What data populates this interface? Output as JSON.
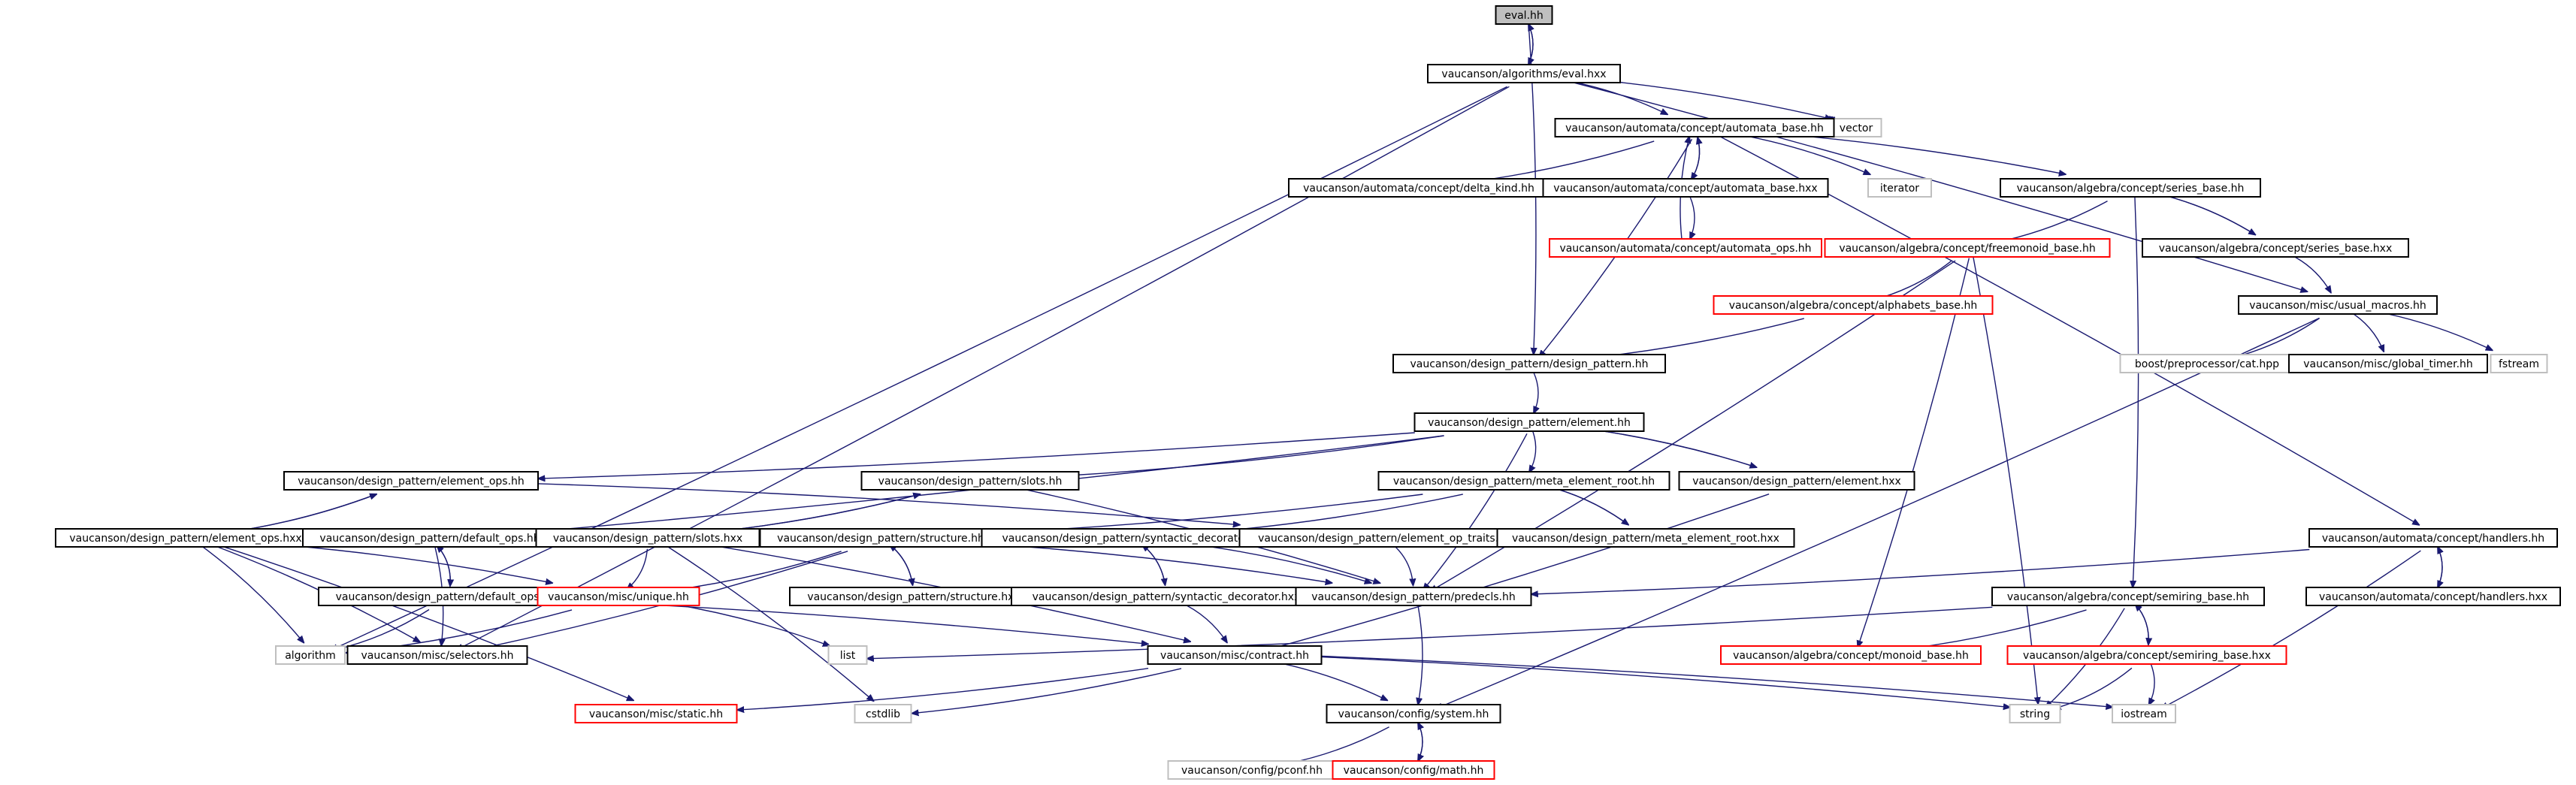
{
  "colors": {
    "edge": "#191970",
    "border_normal": "#000000",
    "border_missing": "#ff0000",
    "border_external": "#bfbfbf",
    "fill_root": "#bfbfbf",
    "fill_default": "#ffffff"
  },
  "graph": {
    "nodes": [
      {
        "id": "eval_hh",
        "label": "eval.hh",
        "kind": "root"
      },
      {
        "id": "eval_hxx",
        "label": "vaucanson/algorithms/eval.hxx",
        "kind": "normal"
      },
      {
        "id": "vector",
        "label": "vector",
        "kind": "external"
      },
      {
        "id": "automata_base_hh",
        "label": "vaucanson/automata/concept/automata_base.hh",
        "kind": "normal"
      },
      {
        "id": "delta_kind",
        "label": "vaucanson/automata/concept/delta_kind.hh",
        "kind": "normal"
      },
      {
        "id": "automata_base_hxx",
        "label": "vaucanson/automata/concept/automata_base.hxx",
        "kind": "normal"
      },
      {
        "id": "iterator",
        "label": "iterator",
        "kind": "external"
      },
      {
        "id": "series_base_hh",
        "label": "vaucanson/algebra/concept/series_base.hh",
        "kind": "normal"
      },
      {
        "id": "automata_ops",
        "label": "vaucanson/automata/concept/automata_ops.hh",
        "kind": "missing"
      },
      {
        "id": "freemonoid_base",
        "label": "vaucanson/algebra/concept/freemonoid_base.hh",
        "kind": "missing"
      },
      {
        "id": "series_base_hxx",
        "label": "vaucanson/algebra/concept/series_base.hxx",
        "kind": "normal"
      },
      {
        "id": "alphabets_base",
        "label": "vaucanson/algebra/concept/alphabets_base.hh",
        "kind": "missing"
      },
      {
        "id": "usual_macros",
        "label": "vaucanson/misc/usual_macros.hh",
        "kind": "normal"
      },
      {
        "id": "design_pattern_hh",
        "label": "vaucanson/design_pattern/design_pattern.hh",
        "kind": "normal"
      },
      {
        "id": "boost_cat",
        "label": "boost/preprocessor/cat.hpp",
        "kind": "external"
      },
      {
        "id": "global_timer",
        "label": "vaucanson/misc/global_timer.hh",
        "kind": "normal"
      },
      {
        "id": "fstream",
        "label": "fstream",
        "kind": "external"
      },
      {
        "id": "element_hh",
        "label": "vaucanson/design_pattern/element.hh",
        "kind": "normal"
      },
      {
        "id": "element_ops_hh",
        "label": "vaucanson/design_pattern/element_ops.hh",
        "kind": "normal"
      },
      {
        "id": "slots_hh",
        "label": "vaucanson/design_pattern/slots.hh",
        "kind": "normal"
      },
      {
        "id": "meta_element_root_hh",
        "label": "vaucanson/design_pattern/meta_element_root.hh",
        "kind": "normal"
      },
      {
        "id": "element_hxx",
        "label": "vaucanson/design_pattern/element.hxx",
        "kind": "normal"
      },
      {
        "id": "element_ops_hxx",
        "label": "vaucanson/design_pattern/element_ops.hxx",
        "kind": "normal"
      },
      {
        "id": "default_ops_hh",
        "label": "vaucanson/design_pattern/default_ops.hh",
        "kind": "normal"
      },
      {
        "id": "slots_hxx",
        "label": "vaucanson/design_pattern/slots.hxx",
        "kind": "normal"
      },
      {
        "id": "structure_hh",
        "label": "vaucanson/design_pattern/structure.hh",
        "kind": "normal"
      },
      {
        "id": "syntactic_decorator_hh",
        "label": "vaucanson/design_pattern/syntactic_decorator.hh",
        "kind": "normal"
      },
      {
        "id": "element_op_traits",
        "label": "vaucanson/design_pattern/element_op_traits.hh",
        "kind": "normal"
      },
      {
        "id": "meta_element_root_hxx",
        "label": "vaucanson/design_pattern/meta_element_root.hxx",
        "kind": "normal"
      },
      {
        "id": "handlers_hh",
        "label": "vaucanson/automata/concept/handlers.hh",
        "kind": "normal"
      },
      {
        "id": "default_ops_hxx",
        "label": "vaucanson/design_pattern/default_ops.hxx",
        "kind": "normal"
      },
      {
        "id": "unique_hh",
        "label": "vaucanson/misc/unique.hh",
        "kind": "missing"
      },
      {
        "id": "structure_hxx",
        "label": "vaucanson/design_pattern/structure.hxx",
        "kind": "normal"
      },
      {
        "id": "syntactic_decorator_hxx",
        "label": "vaucanson/design_pattern/syntactic_decorator.hxx",
        "kind": "normal"
      },
      {
        "id": "predecls",
        "label": "vaucanson/design_pattern/predecls.hh",
        "kind": "normal"
      },
      {
        "id": "semiring_base_hh",
        "label": "vaucanson/algebra/concept/semiring_base.hh",
        "kind": "normal"
      },
      {
        "id": "handlers_hxx",
        "label": "vaucanson/automata/concept/handlers.hxx",
        "kind": "normal"
      },
      {
        "id": "algorithm",
        "label": "algorithm",
        "kind": "external"
      },
      {
        "id": "selectors",
        "label": "vaucanson/misc/selectors.hh",
        "kind": "normal"
      },
      {
        "id": "list",
        "label": "list",
        "kind": "external"
      },
      {
        "id": "contract",
        "label": "vaucanson/misc/contract.hh",
        "kind": "normal"
      },
      {
        "id": "monoid_base",
        "label": "vaucanson/algebra/concept/monoid_base.hh",
        "kind": "missing"
      },
      {
        "id": "semiring_base_hxx",
        "label": "vaucanson/algebra/concept/semiring_base.hxx",
        "kind": "missing"
      },
      {
        "id": "static_hh",
        "label": "vaucanson/misc/static.hh",
        "kind": "missing"
      },
      {
        "id": "cstdlib",
        "label": "cstdlib",
        "kind": "external"
      },
      {
        "id": "system_hh",
        "label": "vaucanson/config/system.hh",
        "kind": "normal"
      },
      {
        "id": "string",
        "label": "string",
        "kind": "external"
      },
      {
        "id": "iostream",
        "label": "iostream",
        "kind": "external"
      },
      {
        "id": "pconf",
        "label": "vaucanson/config/pconf.hh",
        "kind": "external"
      },
      {
        "id": "math_hh",
        "label": "vaucanson/config/math.hh",
        "kind": "missing"
      }
    ],
    "edges": [
      [
        "eval_hh",
        "eval_hxx"
      ],
      [
        "eval_hxx",
        "eval_hh"
      ],
      [
        "eval_hh",
        "design_pattern_hh"
      ],
      [
        "eval_hxx",
        "automata_base_hh"
      ],
      [
        "eval_hxx",
        "vector"
      ],
      [
        "eval_hxx",
        "usual_macros"
      ],
      [
        "eval_hxx",
        "algorithm"
      ],
      [
        "eval_hxx",
        "selectors"
      ],
      [
        "automata_base_hh",
        "delta_kind"
      ],
      [
        "automata_base_hh",
        "automata_base_hxx"
      ],
      [
        "automata_base_hxx",
        "automata_base_hh"
      ],
      [
        "automata_base_hxx",
        "automata_ops"
      ],
      [
        "automata_ops",
        "automata_base_hh"
      ],
      [
        "automata_base_hh",
        "iterator"
      ],
      [
        "automata_base_hh",
        "series_base_hh"
      ],
      [
        "automata_base_hh",
        "design_pattern_hh"
      ],
      [
        "automata_base_hh",
        "handlers_hh"
      ],
      [
        "automata_base_hh",
        "vector"
      ],
      [
        "series_base_hh",
        "series_base_hxx"
      ],
      [
        "series_base_hxx",
        "series_base_hh"
      ],
      [
        "series_base_hh",
        "freemonoid_base"
      ],
      [
        "series_base_hh",
        "semiring_base_hh"
      ],
      [
        "series_base_hxx",
        "usual_macros"
      ],
      [
        "freemonoid_base",
        "alphabets_base"
      ],
      [
        "freemonoid_base",
        "predecls"
      ],
      [
        "freemonoid_base",
        "monoid_base"
      ],
      [
        "freemonoid_base",
        "string"
      ],
      [
        "alphabets_base",
        "design_pattern_hh"
      ],
      [
        "usual_macros",
        "boost_cat"
      ],
      [
        "usual_macros",
        "global_timer"
      ],
      [
        "usual_macros",
        "fstream"
      ],
      [
        "usual_macros",
        "system_hh"
      ],
      [
        "design_pattern_hh",
        "element_hh"
      ],
      [
        "element_hh",
        "element_ops_hh"
      ],
      [
        "element_hh",
        "slots_hh"
      ],
      [
        "element_hh",
        "meta_element_root_hh"
      ],
      [
        "element_hh",
        "element_hxx"
      ],
      [
        "element_hxx",
        "element_hh"
      ],
      [
        "element_hh",
        "default_ops_hh"
      ],
      [
        "element_hh",
        "predecls"
      ],
      [
        "element_ops_hh",
        "element_ops_hxx"
      ],
      [
        "element_ops_hxx",
        "element_ops_hh"
      ],
      [
        "element_ops_hh",
        "element_op_traits"
      ],
      [
        "element_ops_hxx",
        "unique_hh"
      ],
      [
        "element_ops_hxx",
        "selectors"
      ],
      [
        "element_ops_hxx",
        "static_hh"
      ],
      [
        "element_ops_hxx",
        "algorithm"
      ],
      [
        "slots_hh",
        "slots_hxx"
      ],
      [
        "slots_hxx",
        "slots_hh"
      ],
      [
        "slots_hh",
        "predecls"
      ],
      [
        "slots_hxx",
        "unique_hh"
      ],
      [
        "slots_hxx",
        "contract"
      ],
      [
        "slots_hxx",
        "cstdlib"
      ],
      [
        "meta_element_root_hh",
        "meta_element_root_hxx"
      ],
      [
        "meta_element_root_hxx",
        "meta_element_root_hh"
      ],
      [
        "meta_element_root_hh",
        "structure_hh"
      ],
      [
        "meta_element_root_hh",
        "syntactic_decorator_hh"
      ],
      [
        "element_hxx",
        "contract"
      ],
      [
        "default_ops_hh",
        "default_ops_hxx"
      ],
      [
        "default_ops_hxx",
        "default_ops_hh"
      ],
      [
        "default_ops_hh",
        "selectors"
      ],
      [
        "default_ops_hxx",
        "contract"
      ],
      [
        "default_ops_hxx",
        "algorithm"
      ],
      [
        "structure_hh",
        "structure_hxx"
      ],
      [
        "structure_hxx",
        "structure_hh"
      ],
      [
        "structure_hh",
        "unique_hh"
      ],
      [
        "structure_hh",
        "predecls"
      ],
      [
        "structure_hh",
        "selectors"
      ],
      [
        "syntactic_decorator_hh",
        "syntactic_decorator_hxx"
      ],
      [
        "syntactic_decorator_hxx",
        "syntactic_decorator_hh"
      ],
      [
        "syntactic_decorator_hh",
        "predecls"
      ],
      [
        "syntactic_decorator_hxx",
        "contract"
      ],
      [
        "element_op_traits",
        "predecls"
      ],
      [
        "unique_hh",
        "list"
      ],
      [
        "unique_hh",
        "algorithm"
      ],
      [
        "predecls",
        "system_hh"
      ],
      [
        "handlers_hh",
        "handlers_hxx"
      ],
      [
        "handlers_hxx",
        "handlers_hh"
      ],
      [
        "handlers_hh",
        "predecls"
      ],
      [
        "handlers_hh",
        "iostream"
      ],
      [
        "semiring_base_hh",
        "semiring_base_hxx"
      ],
      [
        "semiring_base_hxx",
        "semiring_base_hh"
      ],
      [
        "semiring_base_hh",
        "monoid_base"
      ],
      [
        "semiring_base_hh",
        "string"
      ],
      [
        "semiring_base_hh",
        "list"
      ],
      [
        "semiring_base_hxx",
        "string"
      ],
      [
        "semiring_base_hxx",
        "iostream"
      ],
      [
        "contract",
        "static_hh"
      ],
      [
        "contract",
        "cstdlib"
      ],
      [
        "contract",
        "system_hh"
      ],
      [
        "contract",
        "string"
      ],
      [
        "contract",
        "iostream"
      ],
      [
        "system_hh",
        "pconf"
      ],
      [
        "system_hh",
        "math_hh"
      ],
      [
        "math_hh",
        "system_hh"
      ]
    ]
  }
}
